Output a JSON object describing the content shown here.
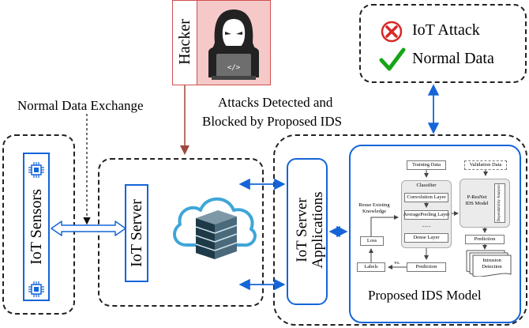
{
  "hacker": {
    "label": "Hacker",
    "screen_text": "</>"
  },
  "legend": {
    "attack": "IoT Attack",
    "normal": "Normal Data"
  },
  "labels": {
    "normal_exchange": "Normal Data Exchange",
    "attacks_line1": "Attacks Detected and",
    "attacks_line2": "Blocked by Proposed IDS"
  },
  "sensors": {
    "title": "IoT Sensors"
  },
  "server": {
    "title": "IoT Server"
  },
  "apps": {
    "title_line1": "IoT Server",
    "title_line2": "Applications"
  },
  "ids_model": {
    "title": "Proposed IDS Model",
    "training_data": "Training Data",
    "classifier": "Classifier",
    "conv_layer": "Convolution Layer",
    "avgpool_layer": "AveragePooling Layer",
    "dots": ".......",
    "dense_layer": "Dense Layer",
    "reuse_line1": "Reuse Existing",
    "reuse_line2": "Knowledge",
    "loss": "Loss",
    "labels": "Labels",
    "vs": "vs.",
    "prediction_left": "Prediction",
    "validation_data": "Validation Data",
    "presnet_line1": "P-ResNet",
    "presnet_line2": "IDS Model",
    "dependability": "Dependability Analysis",
    "prediction_right": "Prediction",
    "intrusion_line1": "Intrusion",
    "intrusion_line2": "Detection"
  },
  "colors": {
    "attack": "#d62828",
    "normal": "#16a516",
    "accent": "#1565d8",
    "hacker_bg": "#f6c9c9",
    "hacker_arrow": "#a0463c"
  }
}
